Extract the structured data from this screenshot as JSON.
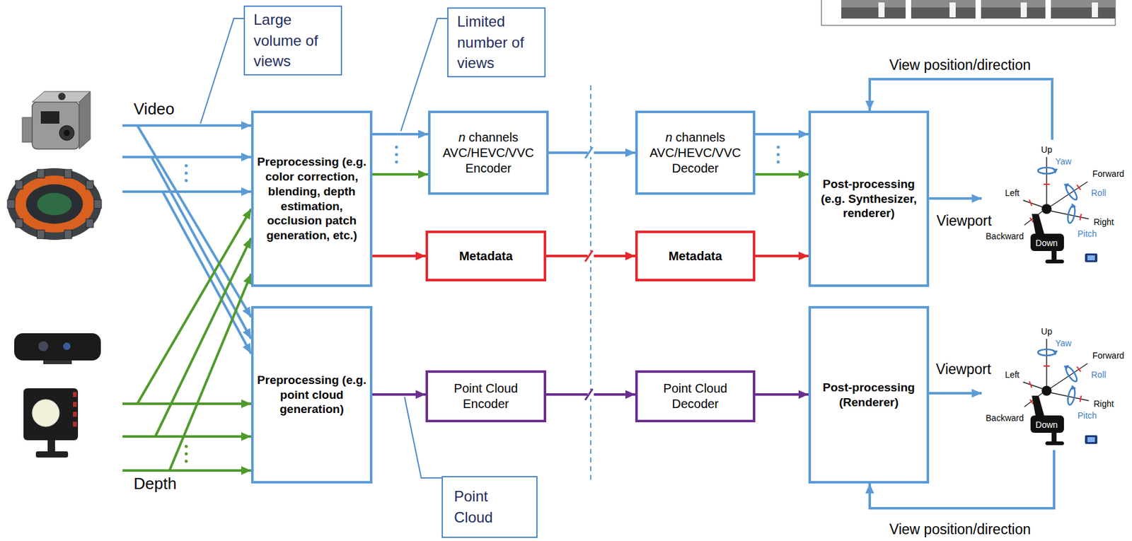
{
  "diagram": {
    "nodes": [
      {
        "text": [
          "Large volume of views"
        ]
      },
      {
        "text": [
          "Limited number of views"
        ]
      },
      {
        "text": [
          "Preprocessing (e.g. color correction, blending, depth estimation, occlusion patch generation, etc.)"
        ]
      },
      {
        "text": [
          "n channels AVC/HEVC/VVC Encoder"
        ]
      },
      {
        "text": [
          "Metadata"
        ]
      },
      {
        "text": [
          "n channels AVC/HEVC/VVC Decoder"
        ]
      },
      {
        "text": [
          "Metadata"
        ]
      },
      {
        "text": [
          "Post-processing (e.g. Synthesizer, renderer)"
        ]
      },
      {
        "text": [
          "Preprocessing (e.g. point cloud generation)"
        ]
      },
      {
        "text": [
          "Point Cloud Encoder"
        ]
      },
      {
        "text": [
          "Point Cloud Decoder"
        ]
      },
      {
        "text": [
          "Post-processing (Renderer)"
        ]
      },
      {
        "text": [
          "Point Cloud"
        ]
      }
    ],
    "edges": [
      {
        "from": 2,
        "to": 3,
        "arrow": "to"
      },
      {
        "from": 2,
        "to": 3,
        "arrow": "to"
      },
      {
        "from": 2,
        "to": 4,
        "arrow": "to"
      },
      {
        "from": 3,
        "to": 5,
        "arrow": "to"
      },
      {
        "from": 4,
        "to": 6,
        "arrow": "to"
      },
      {
        "from": 5,
        "to": 7,
        "arrow": "to"
      },
      {
        "from": 5,
        "to": 7,
        "arrow": "to"
      },
      {
        "from": 6,
        "to": 7,
        "arrow": "to"
      },
      {
        "from": 8,
        "to": 9,
        "arrow": "to"
      },
      {
        "from": 9,
        "to": 10,
        "arrow": "to"
      },
      {
        "from": 10,
        "to": 11,
        "arrow": "to"
      }
    ],
    "labels": [
      "Video",
      "Depth",
      "Viewport",
      "View position/direction",
      "Up",
      "Yaw",
      "Forward",
      "Roll",
      "Left",
      "Right",
      "Pitch",
      "Backward",
      "Down",
      "Viewport",
      "View position/direction",
      "Up",
      "Yaw",
      "Forward",
      "Roll",
      "Left",
      "Right",
      "Pitch",
      "Backward",
      "Down"
    ]
  }
}
